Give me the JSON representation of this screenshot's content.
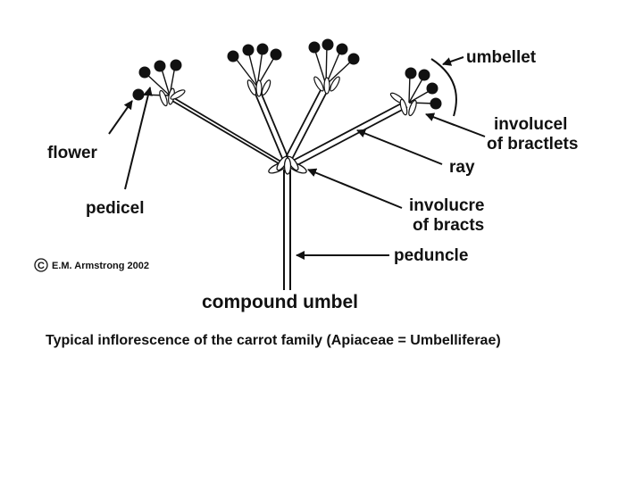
{
  "labels": {
    "umbellet": "umbellet",
    "involucel_line1": "involucel",
    "involucel_line2": "of bractlets",
    "flower": "flower",
    "pedicel": "pedicel",
    "ray": "ray",
    "involucre_line1": "involucre",
    "involucre_line2": "of bracts",
    "peduncle": "peduncle",
    "copyright_symbol": "C",
    "copyright_text": "E.M. Armstrong 2002",
    "title": "compound umbel",
    "caption": "Typical inflorescence of the carrot family (Apiaceae = Umbelliferae)"
  },
  "colors": {
    "ink": "#111111",
    "background": "#ffffff"
  }
}
